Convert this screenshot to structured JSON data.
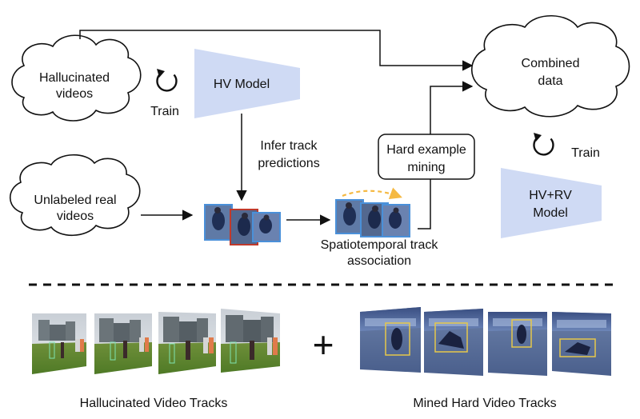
{
  "nodes": {
    "hallucinated_videos": [
      "Hallucinated",
      "videos"
    ],
    "hv_model": "HV Model",
    "train_top": "Train",
    "infer_label": [
      "Infer track",
      "predictions"
    ],
    "unlabeled_real": [
      "Unlabeled real",
      "videos"
    ],
    "hard_example": [
      "Hard example",
      "mining"
    ],
    "spatiotemporal": [
      "Spatiotemporal track",
      "association"
    ],
    "combined_data": [
      "Combined",
      "data"
    ],
    "train_right": "Train",
    "hvrv_model": [
      "HV+RV",
      "Model"
    ]
  },
  "bottom": {
    "plus": "+",
    "hallucinated_caption": "Hallucinated Video Tracks",
    "mined_caption": "Mined Hard Video Tracks"
  },
  "colors": {
    "model_fill": "#cfdaf4",
    "frame_border_blue": "#4a90d9",
    "frame_border_red": "#c0392b",
    "association_arrow": "#f5b942",
    "bbox_green": "#7fe3b0",
    "bbox_yellow": "#e6c84a"
  }
}
